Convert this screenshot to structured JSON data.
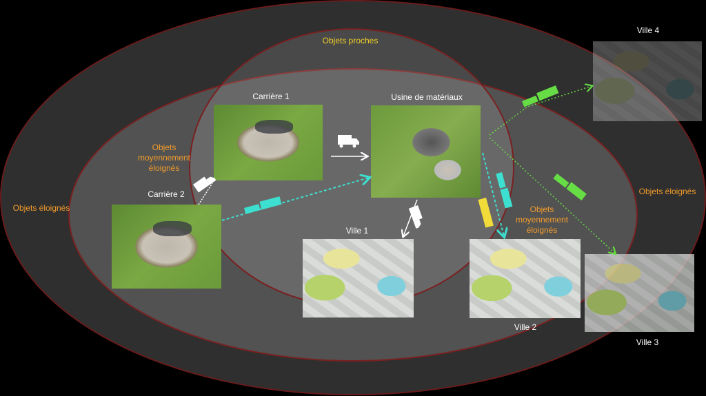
{
  "zones": {
    "near": "Objets proches",
    "medium_left": "Objets moyennement éloignés",
    "medium_right": "Objets moyennement éloignés",
    "far_left": "Objets éloignés",
    "far_right": "Objets éloignés"
  },
  "nodes": {
    "carriere1": "Carrière 1",
    "carriere2": "Carrière 2",
    "usine": "Usine de matériaux",
    "ville1": "Ville 1",
    "ville2": "Ville 2",
    "ville3": "Ville 3",
    "ville4": "Ville 4"
  },
  "colors": {
    "near_label": "#f5d328",
    "zone_label": "#f39c2b",
    "train_cyan": "#3de0d0",
    "train_green": "#66dd44",
    "train_yellow": "#f2dc3a",
    "ellipse_border": "#7a2020"
  }
}
